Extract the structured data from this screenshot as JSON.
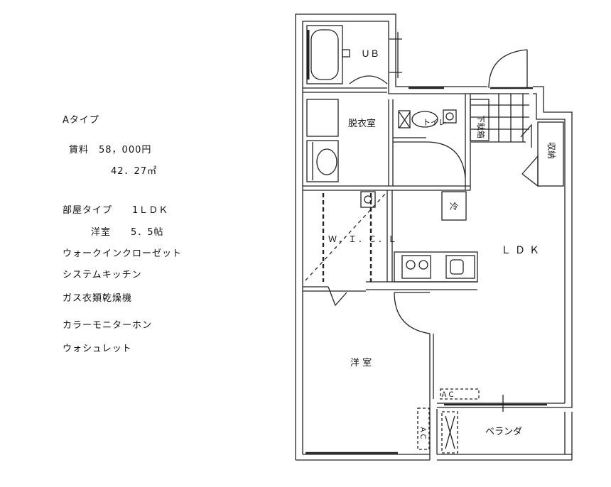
{
  "specs": {
    "type_name": "Aタイプ",
    "rent": "賃料　58，000円",
    "area": "42．27㎡",
    "room_type": "部屋タイプ　　1ＬＤＫ",
    "western_room": "洋室　　5．5帖",
    "features": [
      "ウォークインクローゼット",
      "システムキッチン",
      "ガス衣類乾燥機",
      "カラーモニターホン",
      "ウォシュレット"
    ]
  },
  "rooms": {
    "ub": "ＵＢ",
    "dressing": "脱衣室",
    "toilet": "トイレ",
    "shoe_box": "下駄箱",
    "storage": "収納",
    "wic": "Ｗ．Ｉ．Ｃ．Ｌ",
    "ldk": "ＬＤＫ",
    "western": "洋 室",
    "veranda": "ベランダ",
    "refrigerator": "冷",
    "ac_upper": "ＡＣ",
    "ac_lower": "ＡＣ"
  }
}
